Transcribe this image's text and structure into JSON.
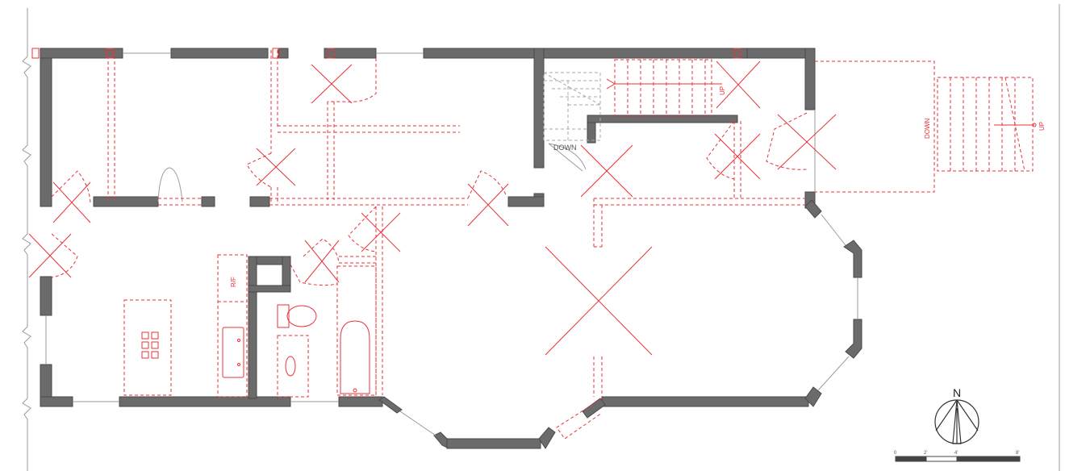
{
  "labels": {
    "rf": "R/F",
    "down_interior": "DOWN",
    "up_interior": "UP",
    "down_exterior": "DOWN",
    "up_exterior": "UP",
    "north": "N"
  },
  "scale_bar": {
    "ticks": [
      "0",
      "2'",
      "4'",
      "8'"
    ]
  },
  "colors": {
    "existing_wall": "#6b6b6b",
    "demolition": "#e8323a",
    "background": "#ffffff"
  },
  "icons": [
    "north-arrow-icon",
    "demolition-x-icon",
    "door-swing-icon",
    "stair-icon"
  ]
}
